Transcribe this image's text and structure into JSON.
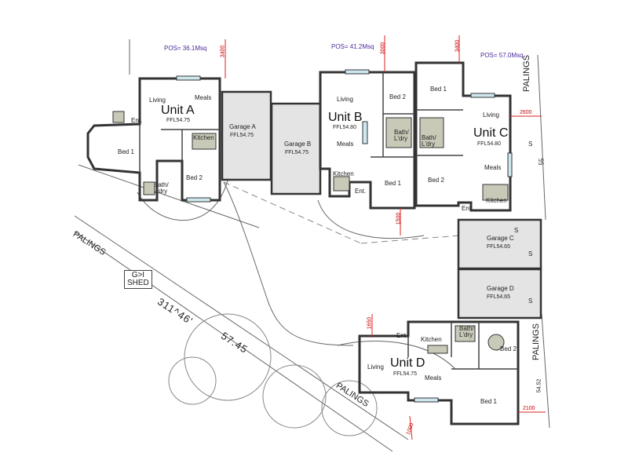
{
  "units": [
    {
      "title": "Unit A",
      "ffl": "FFL54.75"
    },
    {
      "title": "Unit B",
      "ffl": "FFL54.80"
    },
    {
      "title": "Unit C",
      "ffl": "FFL54.80"
    },
    {
      "title": "Unit D",
      "ffl": "FFL54.75"
    }
  ],
  "garages": [
    {
      "name": "Garage A",
      "ffl": "FFL54.75"
    },
    {
      "name": "Garage B",
      "ffl": "FFL54.75"
    },
    {
      "name": "Garage C",
      "ffl": "FFL54.65"
    },
    {
      "name": "Garage D",
      "ffl": "FFL54.65"
    }
  ],
  "rooms": {
    "living": "Living",
    "meals": "Meals",
    "kitchen": "Kitchen",
    "bed1": "Bed 1",
    "bed2": "Bed 2",
    "bath": "Bath/\nL'dry",
    "entry": "Ent."
  },
  "pos": [
    "POS= 36.1Msq",
    "POS= 41.2Msq",
    "POS= 57.0Msq"
  ],
  "dimensions": [
    "3400",
    "3000",
    "3400",
    "2600",
    "1500",
    "1650",
    "2100",
    "1000"
  ],
  "site": {
    "palings": "PALINGS",
    "shed": "G>I\nSHED",
    "bearing": "311^46'",
    "distance": "57.45",
    "right_palings": "PALINGS",
    "right_number": "54.52",
    "s_marker": "S",
    "ss_marker": "55"
  },
  "colors": {
    "dimension": "#d22222",
    "pos": "#4a2a9a",
    "garage_fill": "#e4e4e4"
  }
}
